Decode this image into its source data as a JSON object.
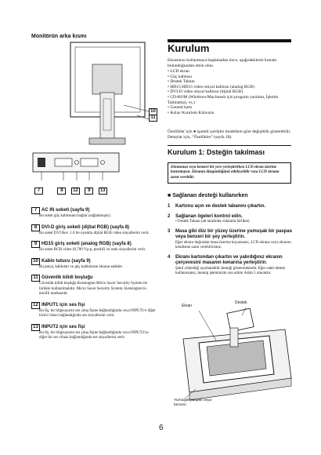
{
  "left": {
    "heading": "Monitörün arka kısmı",
    "callouts_top": [
      "11",
      "10"
    ],
    "callouts_bottom": [
      "7",
      "8",
      "12",
      "9",
      "13"
    ],
    "items": [
      {
        "num": "7",
        "title": "AC IN soketi (sayfa 9)",
        "body": "Bu soket güç kablosunu bağlar (sağlanmıştır)."
      },
      {
        "num": "8",
        "title": "DVI-D giriş soketi (dijital RGB) (sayfa 8)",
        "body": "Bu soket DVI Rev. 1.0 ile uyumlu dijital RGB video sinyallerini verir."
      },
      {
        "num": "9",
        "title": "HD15 giriş soketi (analog RGB) (sayfa 8)",
        "body": "Bu soket RGB video (0,700 Vp-p, pozitif) ve senk sinyallerini verir."
      },
      {
        "num": "10",
        "title": "Kablo tutucu (sayfa 9)",
        "body": "Bu parça, kabloları ve güç kablolarını ekrana sabitler."
      },
      {
        "num": "11",
        "title": "Güvenlik kilidi boşluğu",
        "body": "Güvenlik kilidi boşluğu Kensington Micro Saver Security System ile birlikte kullanılmalıdır. Micro Saver Security System, Kensington'ın tescilli markasıdır."
      },
      {
        "num": "12",
        "title": "INPUT1 için ses fişi",
        "body": "Bu fiş, bir bilgisayarın ses çıkış fişine bağlandığında veya INPUT1'e diğer birini cihazı bağlandığında ses sinyallerini verir."
      },
      {
        "num": "13",
        "title": "INPUT2 için ses fişi",
        "body": "Bu fiş, bir bilgisayarın ses çıkış fişine bağlandığında veya INPUT2'ye diğer bir ses cihazı bağlandığında ses sinyallerini verir."
      }
    ]
  },
  "right": {
    "title": "Kurulum",
    "intro": "Ekranınızı kullanmaya başlamadan önce, aşağıdakilerin kutuda bulunduğundan emin olun.",
    "package": [
      "LCD ekran",
      "Güç kablosu",
      "Destek Tabanı",
      "HD15-HD15 video sinyal kablosu (analog RGB)",
      "DVI-D video sinyal kablosu (dijital RGB)",
      "CD-ROM (Windows/Macintosh için program yazılımı, İşletim Talimatları, vs.)",
      "Garanti kartı",
      "Kolay Kurulum Kılavuzu"
    ],
    "note": "Özellikler için ● işaretli içerikler modellere göre değişiklik gösterebilir. Detaylar için, \"Özellikler\" (sayfa 20).",
    "section_title": "Kurulum 1: Dsteğin takılması",
    "warning": "Ekranınızı veya benzeri bir yere yerleştirirken LCD ekran üzerine bastırmayın. Ekranın düzgünlüğünü etkileyebilir veya LCD ekrana zarar verebilir.",
    "sub_title": "Sağlanan desteği kullanırken",
    "steps": [
      {
        "num": "1",
        "title": "Kartonu açın ve destek tabanını çıkartın.",
        "body": ""
      },
      {
        "num": "2",
        "title": "Sağlanan ögeleri kontrol edin.",
        "body": "• Destek Tabanı (alt tarafında vidalarla birlikte)"
      },
      {
        "num": "3",
        "title": "Masa gibi düz bir yüzey üzerine yumuşak bir paspas veya benzeri bir şey yerleştirin.",
        "body": "Eğer ekranı doğrudan masa üzerine koyarsanız, LCD ekrana veya ekranın kendisine zarar verebilirsiniz."
      },
      {
        "num": "4",
        "title": "Ekranı kartondan çıkartın ve yabrdığınız ekranın çerçevesini masanın kenarına yerleştirin.",
        "body": "Şekil yüklediği ayarlanabilir desteği göstermektedir. Eğer sabit destek kullanırsanız, montaj işleminizin son adımı Adım 5 olacaktır."
      }
    ],
    "figure_labels": {
      "screen": "Ekran",
      "stand": "Destek",
      "mat": "Yumuşak paspas veya benzeri"
    }
  },
  "page_number": "6"
}
